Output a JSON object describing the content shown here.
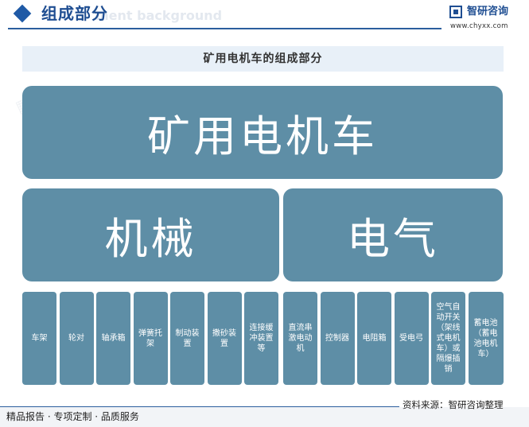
{
  "header": {
    "title": "组成部分",
    "watermark": "ment background"
  },
  "brand": {
    "name": "智研咨询",
    "url": "www.chyxx.com"
  },
  "diagram": {
    "title": "矿用电机车的组成部分",
    "root": "矿用电机车",
    "branches": {
      "mechanical": "机械",
      "electrical": "电气"
    },
    "mechanical_parts": [
      "车架",
      "轮对",
      "轴承箱",
      "弹簧托架",
      "制动装置",
      "撒砂装置",
      "连接缓冲装置等"
    ],
    "electrical_parts": [
      "直流串激电动机",
      "控制器",
      "电阻箱",
      "受电弓",
      "空气自动开关（架线式电机车）或隔爆插销",
      "蓄电池（蓄电池电机车）"
    ]
  },
  "footer": {
    "source": "资料来源：智研咨询整理",
    "slogan": "精品报告 · 专项定制 · 品质服务"
  },
  "colors": {
    "node": "#5e8ea6",
    "title_bar": "#e8f0f8",
    "accent": "#1f4e92"
  }
}
